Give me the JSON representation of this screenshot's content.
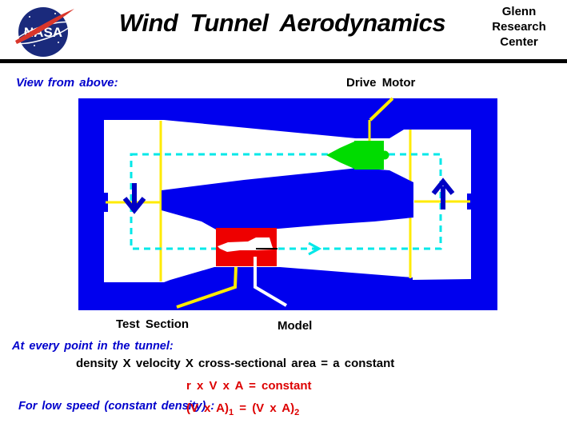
{
  "header": {
    "logo_text": "NASA",
    "title": "Wind Tunnel Aerodynamics",
    "org": {
      "line1": "Glenn",
      "line2": "Research",
      "line3": "Center"
    }
  },
  "diagram": {
    "view_label": "View from above:",
    "drive_motor_label": "Drive Motor",
    "test_section_label": "Test Section",
    "model_label": "Model"
  },
  "equations": {
    "intro": "At every point in the tunnel:",
    "word_equation": "density X velocity X cross-sectional area = a constant",
    "symbol_equation": "r x V x A = constant",
    "low_speed_intro": "For low speed (constant density) :",
    "low_speed_eq": {
      "lhs": "(V x A)",
      "lhs_sub": "1",
      "eq": " = ",
      "rhs": "(V x A)",
      "rhs_sub": "2"
    }
  },
  "colors": {
    "tunnel_blue": "#0000EE",
    "flow_arrow_blue": "#0000C4",
    "fan_green": "#00DC00",
    "test_section_red": "#EE0000",
    "marker_yellow": "#FFEB00",
    "flow_path_cyan": "#00E8E8",
    "label_blue": "#0000CC",
    "equation_red": "#DD0000",
    "logo_navy": "#1A2A7C",
    "logo_swoosh_red": "#D9362B",
    "model_white": "#FFFFFF"
  }
}
